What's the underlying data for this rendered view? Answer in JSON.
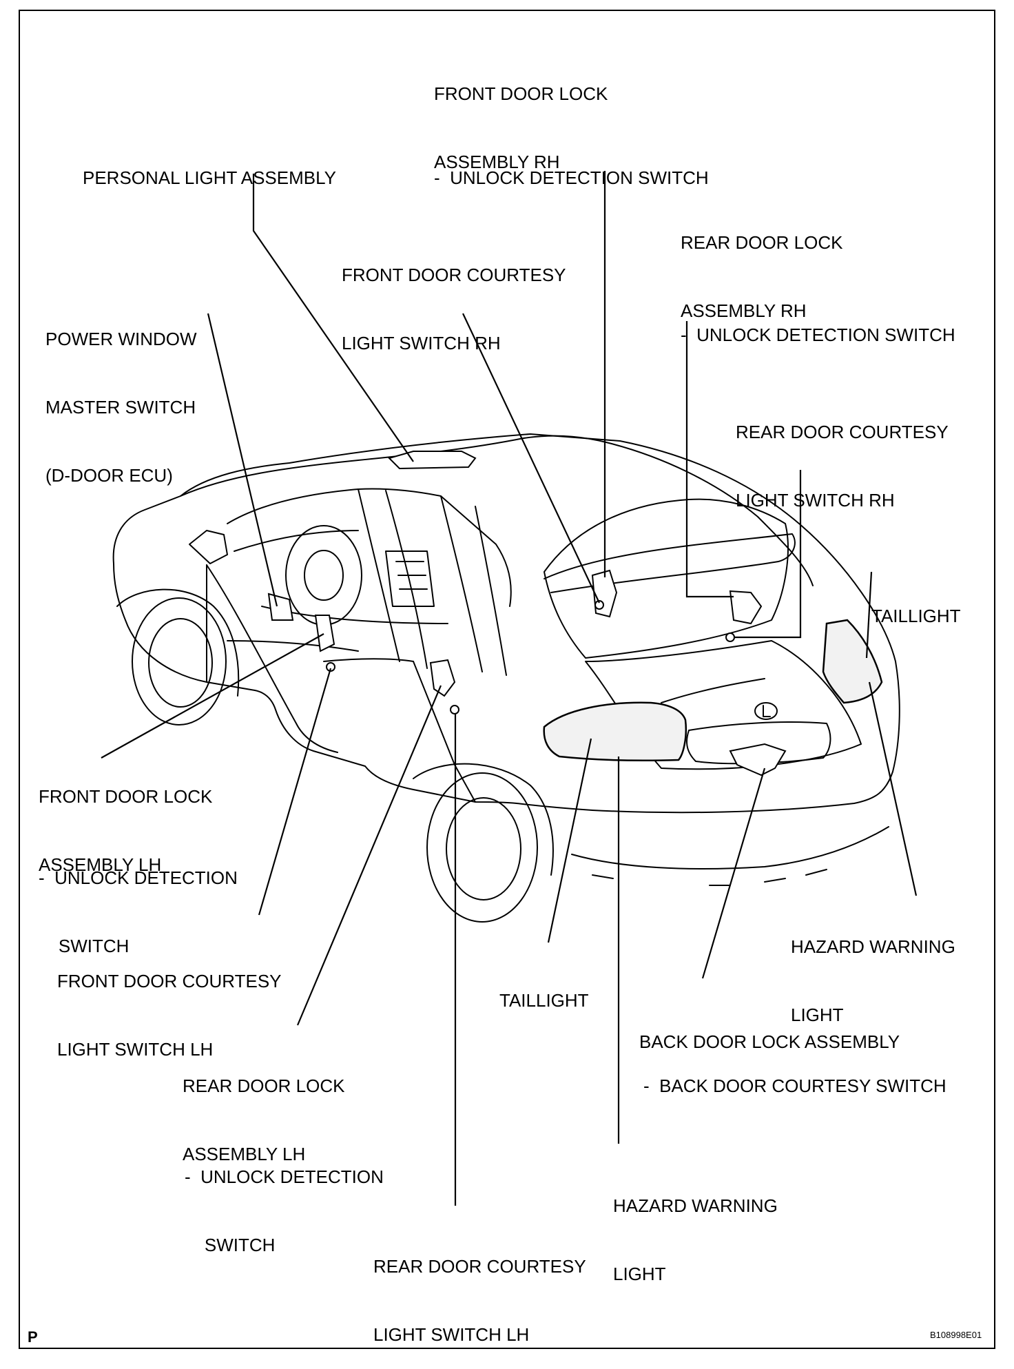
{
  "labels": {
    "front_lock_rh": [
      "FRONT DOOR LOCK",
      "ASSEMBLY RH"
    ],
    "front_lock_rh_sub": [
      "-  UNLOCK DETECTION SWITCH"
    ],
    "personal_light": [
      "PERSONAL LIGHT ASSEMBLY"
    ],
    "rear_lock_rh": [
      "REAR DOOR LOCK",
      "ASSEMBLY RH"
    ],
    "front_courtesy_rh": [
      "FRONT DOOR COURTESY",
      "LIGHT SWITCH RH"
    ],
    "rear_lock_rh_sub": [
      "-  UNLOCK DETECTION SWITCH"
    ],
    "power_window": [
      "POWER WINDOW",
      "MASTER SWITCH",
      "(D-DOOR ECU)"
    ],
    "rear_courtesy_rh": [
      "REAR DOOR COURTESY",
      "LIGHT SWITCH RH"
    ],
    "taillight_right": [
      "TAILLIGHT"
    ],
    "front_lock_lh": [
      "FRONT DOOR LOCK",
      "ASSEMBLY LH"
    ],
    "front_lock_lh_sub": [
      "-  UNLOCK DETECTION",
      "    SWITCH"
    ],
    "front_courtesy_lh": [
      "FRONT DOOR COURTESY",
      "LIGHT SWITCH LH"
    ],
    "hazard_right": [
      "HAZARD WARNING",
      "LIGHT"
    ],
    "taillight_center": [
      "TAILLIGHT"
    ],
    "back_door_lock": [
      "BACK DOOR LOCK ASSEMBLY"
    ],
    "back_door_sub": [
      "-  BACK DOOR COURTESY SWITCH"
    ],
    "rear_lock_lh": [
      "REAR DOOR LOCK",
      "ASSEMBLY LH"
    ],
    "rear_lock_lh_sub": [
      "-  UNLOCK DETECTION",
      "    SWITCH"
    ],
    "hazard_center": [
      "HAZARD WARNING",
      "LIGHT"
    ],
    "rear_courtesy_lh": [
      "REAR DOOR COURTESY",
      "LIGHT SWITCH LH"
    ]
  },
  "footer": {
    "page_mark": "P",
    "figure_code": "B108998E01"
  }
}
